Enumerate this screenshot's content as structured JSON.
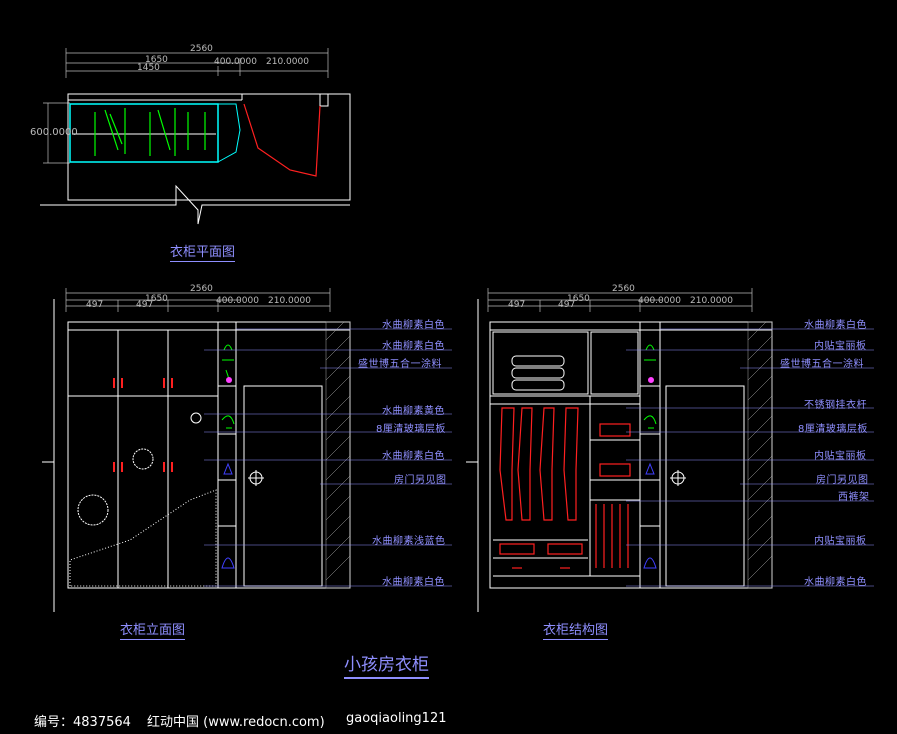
{
  "plan": {
    "title": "衣柜平面图",
    "depth_label": "600.0000",
    "dims": [
      "2560",
      "1650",
      "1450",
      "400.0000",
      "210.0000"
    ]
  },
  "elevation": {
    "title": "衣柜立面图",
    "dims": [
      "2560",
      "1650",
      "497",
      "497",
      "400.0000",
      "210.0000"
    ],
    "labels": [
      "水曲柳素白色",
      "水曲柳素白色",
      "盛世博五合一涂料",
      "水曲柳素黄色",
      "8厘清玻璃层板",
      "水曲柳素白色",
      "房门另见图",
      "水曲柳素浅蓝色",
      "水曲柳素白色"
    ]
  },
  "structure": {
    "title": "衣柜结构图",
    "dims": [
      "2560",
      "1650",
      "497",
      "497",
      "400.0000",
      "210.0000"
    ],
    "labels": [
      "水曲柳素白色",
      "内贴宝丽板",
      "盛世博五合一涂料",
      "不锈钢挂衣杆",
      "8厘清玻璃层板",
      "内贴宝丽板",
      "房门另见图",
      "西裤架",
      "内贴宝丽板",
      "水曲柳素白色"
    ]
  },
  "main_title": "小孩房衣柜",
  "footer": {
    "id": "编号：4837564",
    "site": "红动中国 (www.redocn.com)",
    "author": "gaoqiaoling121"
  },
  "colors": {
    "line": "#ffffff",
    "label": "#8f8fff",
    "cyan": "#00ffff",
    "green": "#00ff00",
    "red": "#ff2020",
    "yellow": "#ffff00"
  }
}
